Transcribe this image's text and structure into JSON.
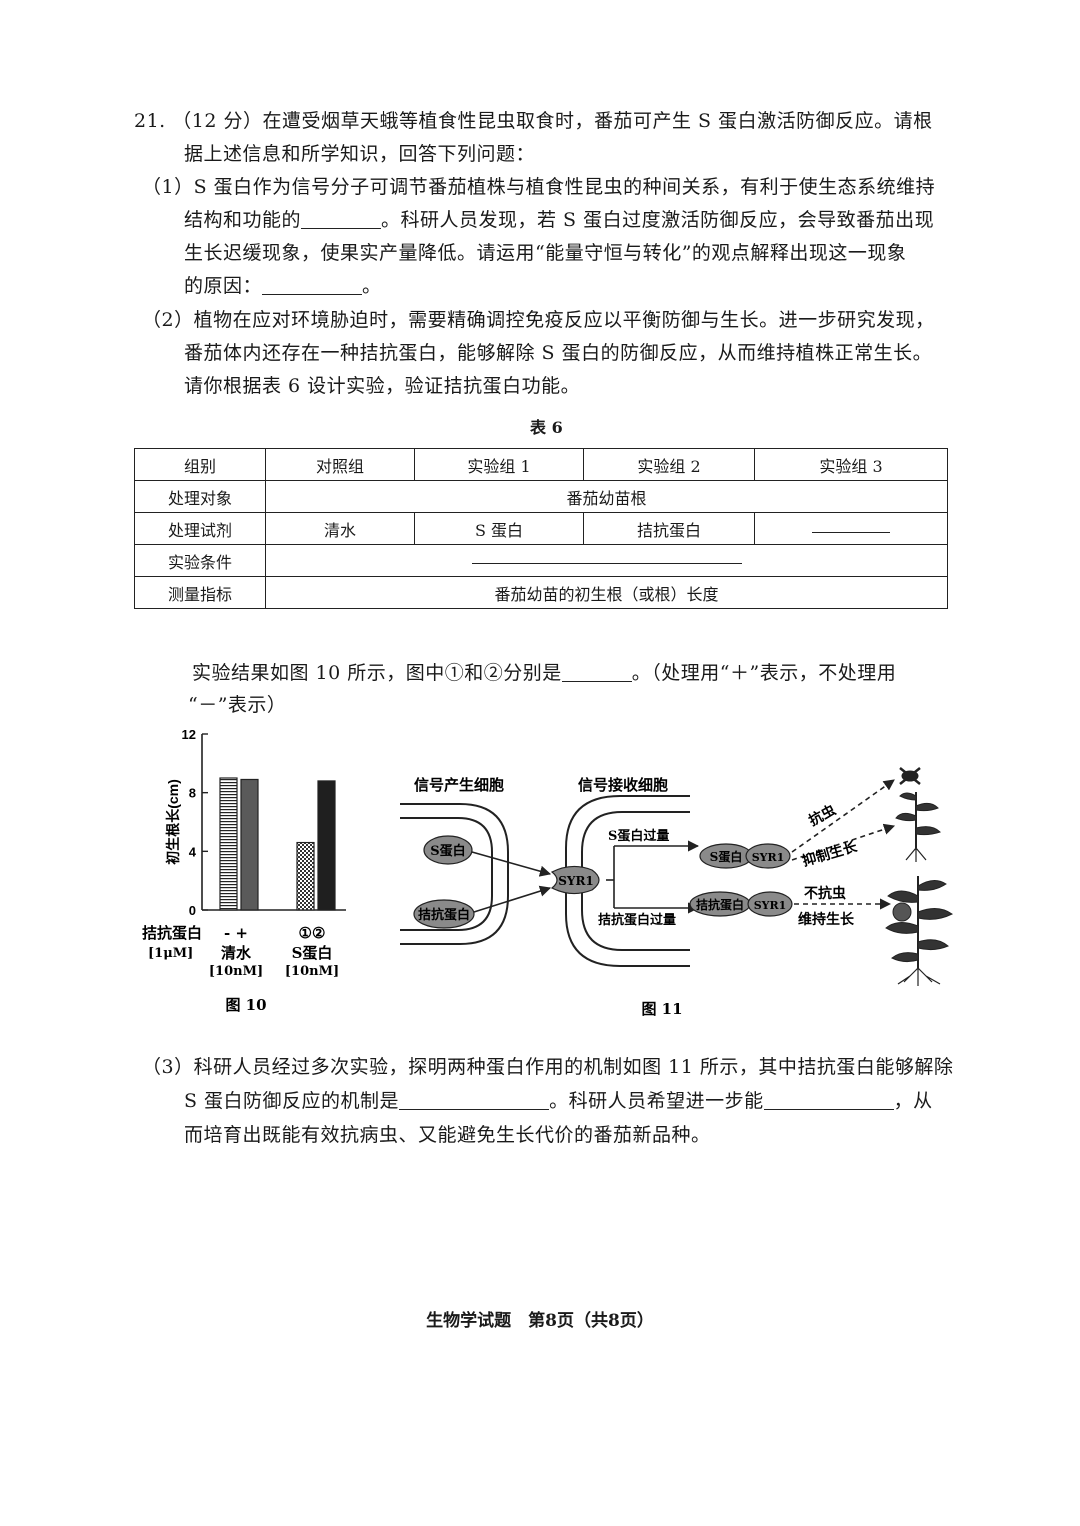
{
  "q21": {
    "num": "21.",
    "line1": "（12 分）在遭受烟草天蛾等植食性昆虫取食时，番茄可产生 S 蛋白激活防御反应。请根",
    "line2": "据上述信息和所学知识，回答下列问题："
  },
  "p1": {
    "l1": "（1）S 蛋白作为信号分子可调节番茄植株与植食性昆虫的种间关系，有利于使生态系统维持",
    "l2a": "结构和功能的",
    "l2b": "。科研人员发现，若 S 蛋白过度激活防御反应，会导致番茄出现",
    "l3": "生长迟缓现象，使果实产量降低。请运用“能量守恒与转化”的观点解释出现这一现象",
    "l4a": "的原因：",
    "l4b": "。"
  },
  "p2": {
    "l1": "（2）植物在应对环境胁迫时，需要精确调控免疫反应以平衡防御与生长。进一步研究发现，",
    "l2": "番茄体内还存在一种拮抗蛋白，能够解除 S 蛋白的防御反应，从而维持植株正常生长。",
    "l3": "请你根据表 6 设计实验，验证拮抗蛋白功能。"
  },
  "table6": {
    "caption": "表 6",
    "headers": [
      "组别",
      "对照组",
      "实验组 1",
      "实验组 2",
      "实验组 3"
    ],
    "row_object_label": "处理对象",
    "row_object_value": "番茄幼苗根",
    "row_reagent_label": "处理试剂",
    "row_reagent_values": [
      "清水",
      "S 蛋白",
      "拮抗蛋白"
    ],
    "row_condition_label": "实验条件",
    "row_measure_label": "测量指标",
    "row_measure_value": "番茄幼苗的初生根（或根）长度"
  },
  "result": {
    "l1a": "实验结果如图 10 所示，图中①和②分别是",
    "l1b": "。（处理用“＋”表示，不处理用",
    "l2": "“－”表示）"
  },
  "fig10": {
    "caption": "图 10",
    "ylabel": "初生根长(cm)",
    "row_label": "拮抗蛋白",
    "row_unit": "[1μM]",
    "group1_marks": "-  +",
    "group1_name": "清水",
    "group1_unit": "[10nM]",
    "group2_marks": "①②",
    "group2_name": "S蛋白",
    "group2_unit": "[10nM]"
  },
  "chart_data": {
    "type": "bar",
    "ylabel": "初生根长(cm)",
    "ylim": [
      0,
      12
    ],
    "yticks": [
      "0",
      "4",
      "8",
      "12"
    ],
    "categories": [
      "清水 -",
      "清水 +",
      "S蛋白 ①",
      "S蛋白 ②"
    ],
    "values": [
      9,
      8.9,
      4.6,
      8.8
    ]
  },
  "fig11": {
    "caption": "图 11",
    "cell_left": "信号产生细胞",
    "cell_right": "信号接收细胞",
    "s_protein": "S蛋白",
    "antagonist": "拮抗蛋白",
    "receptor": "SYR1",
    "s_excess": "S蛋白过量",
    "antagonist_excess": "拮抗蛋白过量",
    "complex1_left": "S蛋白",
    "complex1_right": "SYR1",
    "complex2_left": "拮抗蛋白",
    "complex2_right": "SYR1",
    "effect1": "抗虫",
    "effect2": "抑制生长",
    "effect3": "不抗虫",
    "effect4": "维持生长"
  },
  "p3": {
    "l1": "（3）科研人员经过多次实验，探明两种蛋白作用的机制如图 11 所示，其中拮抗蛋白能够解除",
    "l2a": "S 蛋白防御反应的机制是",
    "l2b": "。科研人员希望进一步能",
    "l2c": "，从",
    "l3": "而培育出既能有效抗病虫、又能避免生长代价的番茄新品种。"
  },
  "footer": "生物学试题　第8页（共8页）"
}
